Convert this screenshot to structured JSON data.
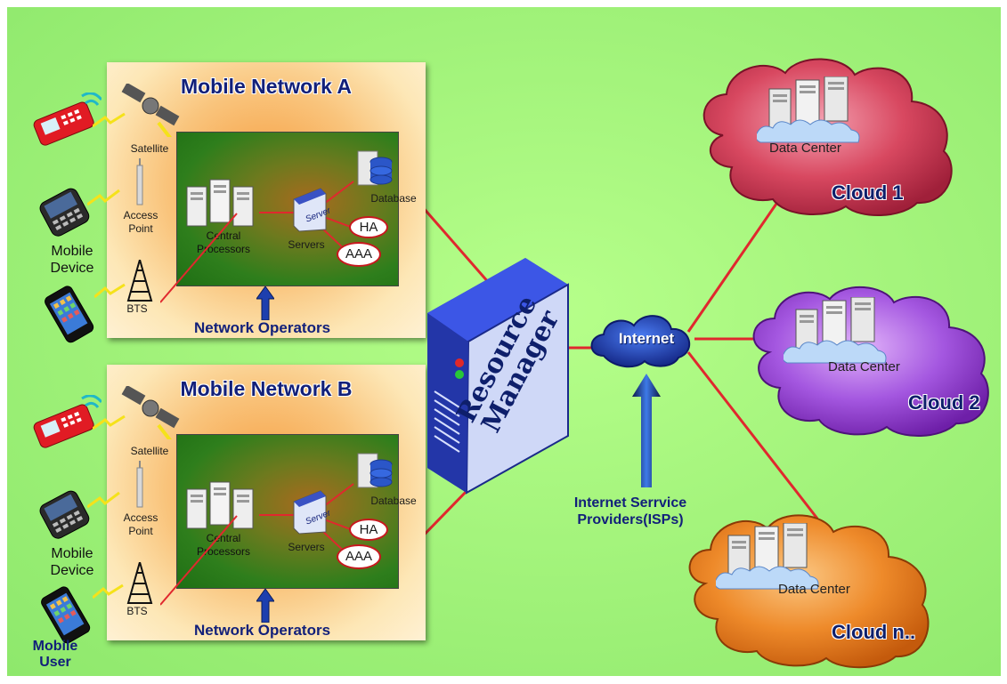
{
  "networks": [
    {
      "title": "Mobile Network A",
      "satellite": "Satellite",
      "access_point_1": "Access",
      "access_point_2": "Point",
      "bts": "BTS",
      "mobile_device_1": "Mobile",
      "mobile_device_2": "Device",
      "central_1": "Central",
      "central_2": "Processors",
      "servers": "Servers",
      "server_tag": "Server",
      "database": "Database",
      "ha": "HA",
      "aaa": "AAA",
      "operators": "Network Operators"
    },
    {
      "title": "Mobile Network B",
      "satellite": "Satellite",
      "access_point_1": "Access",
      "access_point_2": "Point",
      "bts": "BTS",
      "mobile_device_1": "Mobile",
      "mobile_device_2": "Device",
      "central_1": "Central",
      "central_2": "Processors",
      "servers": "Servers",
      "server_tag": "Server",
      "database": "Database",
      "ha": "HA",
      "aaa": "AAA",
      "operators": "Network Operators"
    }
  ],
  "mobile_user_1": "Mobile",
  "mobile_user_2": "User",
  "resource_manager": "Resource Manager",
  "internet": "Internet",
  "isp_1": "Internet Serrvice",
  "isp_2": "Providers(ISPs)",
  "clouds": [
    {
      "name": "Cloud 1",
      "data_center": "Data Center",
      "color": "#c8344a"
    },
    {
      "name": "Cloud 2",
      "data_center": "Data Center",
      "color": "#9a4fd0"
    },
    {
      "name": "Cloud n..",
      "data_center": "Data Center",
      "color": "#e9781c"
    }
  ],
  "colors": {
    "background": "#a4f47c",
    "link": "#e0282e",
    "title": "#12207a"
  }
}
